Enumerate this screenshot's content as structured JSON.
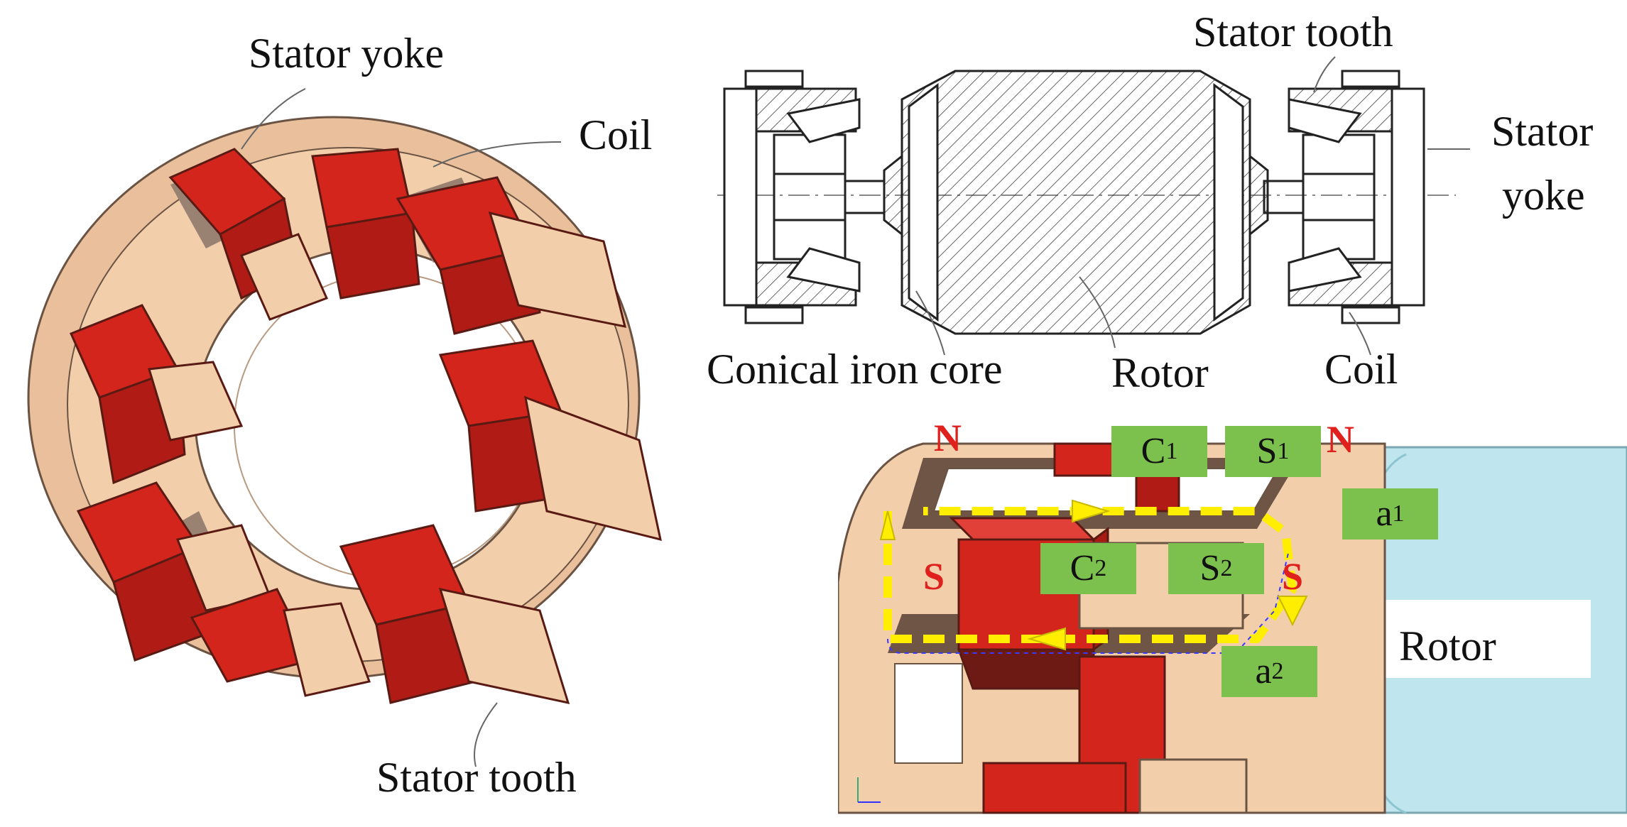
{
  "left_view": {
    "label_stator_yoke": "Stator yoke",
    "label_coil": "Coil",
    "label_stator_tooth": "Stator tooth"
  },
  "section_view": {
    "label_stator_tooth": "Stator tooth",
    "label_stator": "Stator",
    "label_yoke": "yoke",
    "label_conical_iron_core": "Conical iron core",
    "label_rotor": "Rotor",
    "label_coil": "Coil"
  },
  "flux_view": {
    "pole_n_left": "N",
    "pole_n_right": "N",
    "pole_s_left": "S",
    "pole_s_right": "S",
    "tag_c1": "C",
    "tag_c1_sub": "1",
    "tag_s1": "S",
    "tag_s1_sub": "1",
    "tag_a1": "a",
    "tag_a1_sub": "1",
    "tag_c2": "C",
    "tag_c2_sub": "2",
    "tag_s2": "S",
    "tag_s2_sub": "2",
    "tag_a2": "a",
    "tag_a2_sub": "2",
    "label_rotor": "Rotor"
  },
  "colors": {
    "coil_red": "#d4251c",
    "stator_beige": "#f2cfaa",
    "tag_green": "#7cc14e",
    "flux_yellow": "#ffee00",
    "pole_red": "#e0201c",
    "rotor_cyan": "#bfe6ee"
  }
}
